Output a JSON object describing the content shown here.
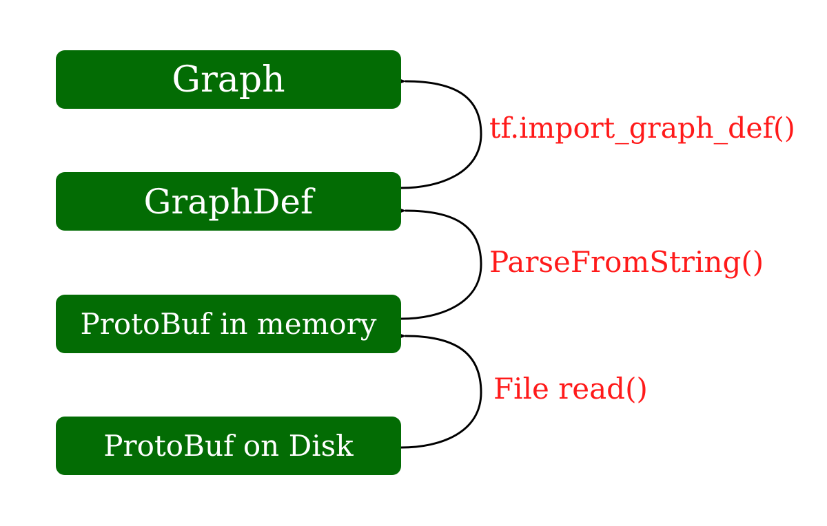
{
  "colors": {
    "node_fill": "#036c04",
    "node_text": "#ffffff",
    "edge_label": "#ff1a1a",
    "edge_line": "#000000"
  },
  "nodes": {
    "graph": "Graph",
    "graphdef": "GraphDef",
    "protobuf_memory": "ProtoBuf in memory",
    "protobuf_disk": "ProtoBuf on Disk"
  },
  "edges": {
    "import_label": "tf.import_graph_def()",
    "parse_label": "ParseFromString()",
    "read_label": "File read()"
  }
}
